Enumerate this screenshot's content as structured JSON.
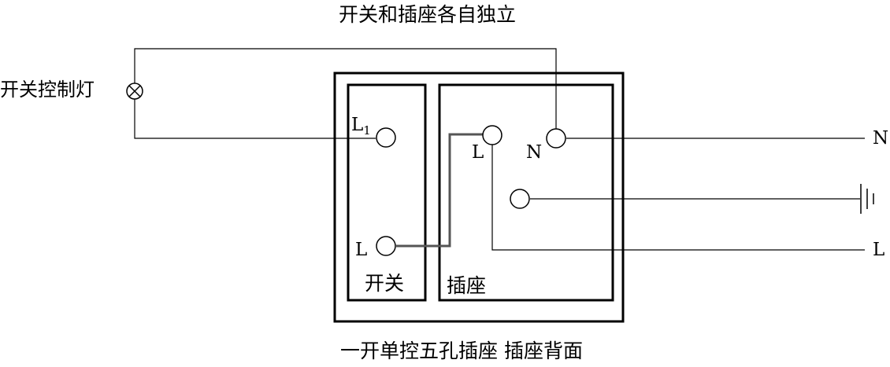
{
  "title": "开关和插座各自独立",
  "caption": "一开单控五孔插座 插座背面",
  "lamp": {
    "label": "开关控制灯",
    "icon": "lamp-cross-icon"
  },
  "switch_box": {
    "label": "开关",
    "terminals": {
      "l1_base": "L",
      "l1_sub": "1",
      "l": "L"
    }
  },
  "socket_box": {
    "label": "插座",
    "terminals": {
      "l": "L",
      "n": "N"
    }
  },
  "external_lines": {
    "n": "N",
    "l": "L",
    "ground_icon": "ground-symbol-icon"
  }
}
